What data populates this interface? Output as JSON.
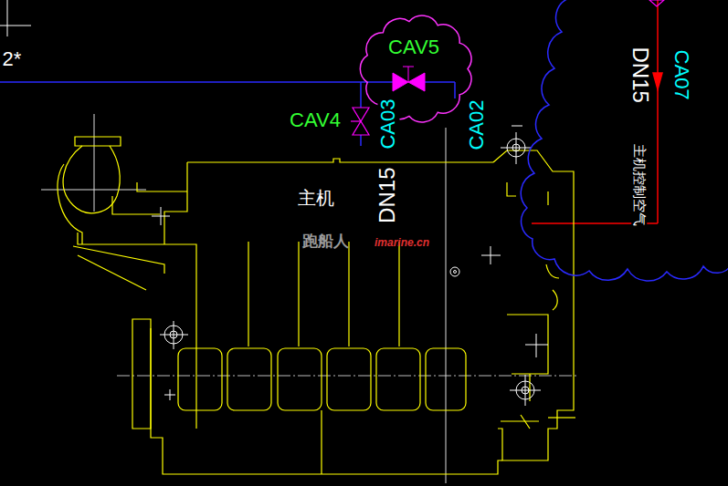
{
  "diagram": {
    "nodes": [
      {
        "text": [
          "CAV5"
        ]
      },
      {
        "text": [
          "DN15",
          "CA07",
          "主机控制空气"
        ]
      },
      {
        "text": [
          "主机"
        ]
      }
    ],
    "labels": [
      "2*",
      "CAV4",
      "CA03",
      "CA02",
      "DN15",
      "跑船人",
      "imarine.cn"
    ]
  }
}
